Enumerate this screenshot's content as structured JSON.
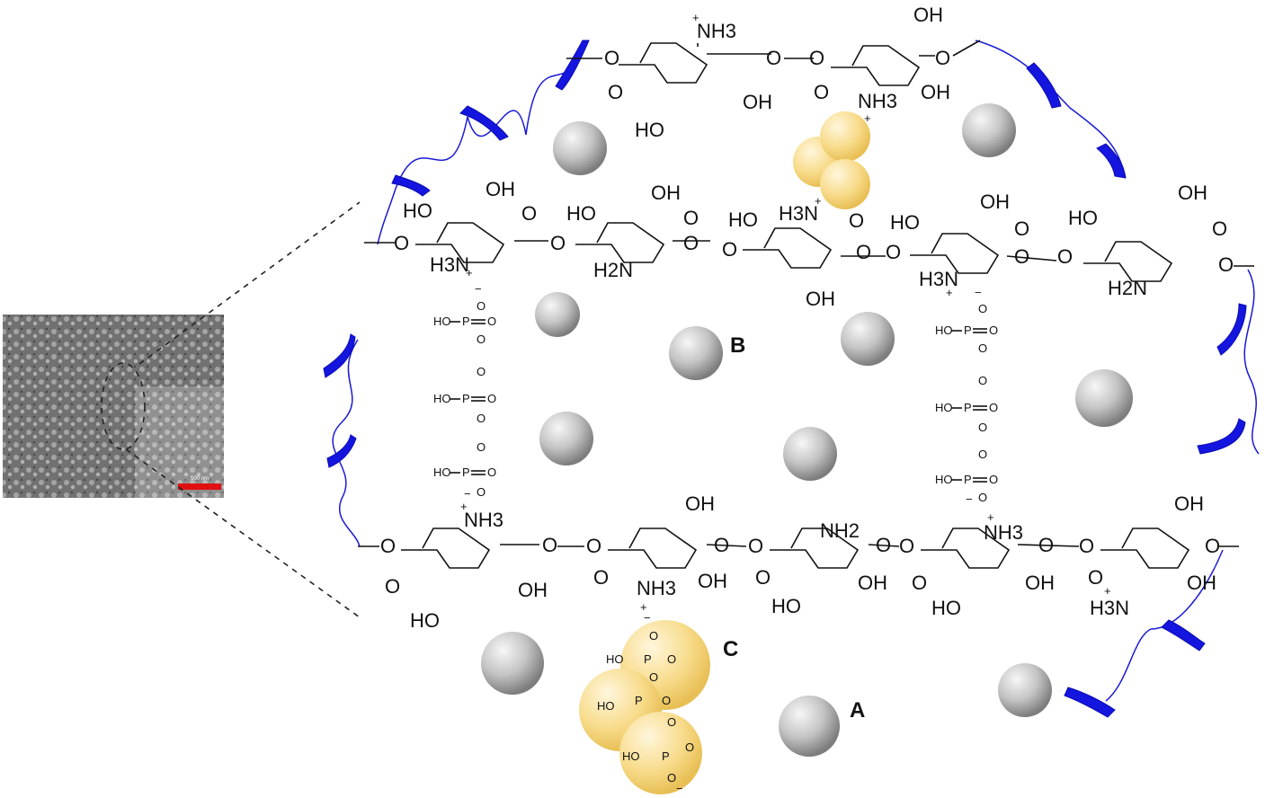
{
  "figure": {
    "labels": {
      "a": "A",
      "b": "B",
      "c": "C"
    },
    "micrograph": {
      "scale_bar_color": "#e01010",
      "scale_bar_text": "500 nm"
    },
    "colors": {
      "ribbon": "#1515e0",
      "nanoparticle": "#b5b5b5",
      "cluster": "#f3d27a"
    },
    "groups": {
      "nh3": "NH3",
      "nh2": "NH2",
      "h2n": "H2N",
      "h3n": "H3N",
      "oh": "OH",
      "ho": "HO",
      "o": "O",
      "plus": "+",
      "minus": "−",
      "phosphate": "HO–P=O"
    }
  }
}
